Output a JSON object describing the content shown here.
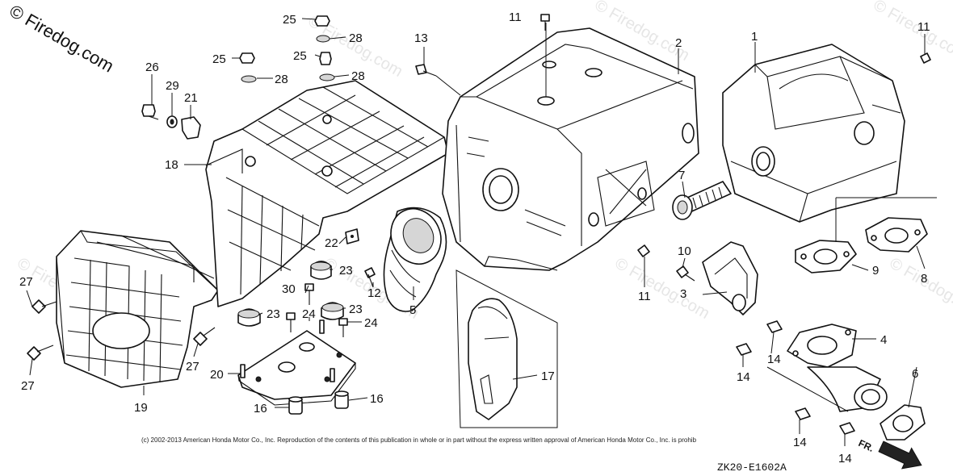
{
  "watermark": {
    "main": "© Firedog.com",
    "faint": "© Firedog.com"
  },
  "callouts": {
    "c1": "1",
    "c2": "2",
    "c3": "3",
    "c4": "4",
    "c5": "5",
    "c6": "6",
    "c7": "7",
    "c8": "8",
    "c9": "9",
    "c10": "10",
    "c11a": "11",
    "c11b": "11",
    "c11c": "11",
    "c12": "12",
    "c13": "13",
    "c14a": "14",
    "c14b": "14",
    "c14c": "14",
    "c14d": "14",
    "c16a": "16",
    "c16b": "16",
    "c17": "17",
    "c18": "18",
    "c19": "19",
    "c20": "20",
    "c21": "21",
    "c22": "22",
    "c23a": "23",
    "c23b": "23",
    "c23c": "23",
    "c24a": "24",
    "c24b": "24",
    "c25a": "25",
    "c25b": "25",
    "c25c": "25",
    "c26": "26",
    "c27a": "27",
    "c27b": "27",
    "c27c": "27",
    "c28a": "28",
    "c28b": "28",
    "c28c": "28",
    "c29": "29",
    "c30": "30"
  },
  "footer": {
    "copyright": "(c) 2002-2013 American Honda Motor Co., Inc. Reproduction of the contents of this publication in whole or in part without the express written approval of American Honda Motor Co., Inc. is prohib",
    "diagram_code": "ZK20-E1602A",
    "direction_mark": "FR."
  },
  "colors": {
    "ink": "#111111",
    "watermark_faint": "#e6e6e6",
    "shade": "#d6d6d6"
  }
}
